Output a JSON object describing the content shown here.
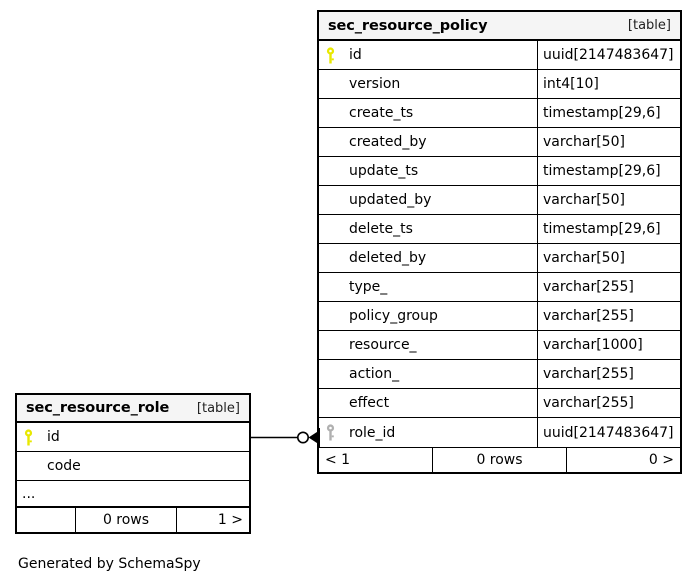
{
  "diagram": {
    "generator_note": "Generated by SchemaSpy",
    "entity_type_label": "[table]"
  },
  "tables": [
    {
      "id": "sec_resource_policy",
      "name": "sec_resource_policy",
      "type_label": "[table]",
      "columns": [
        {
          "name": "id",
          "type": "uuid[2147483647]",
          "key": "primary"
        },
        {
          "name": "version",
          "type": "int4[10]",
          "key": "none"
        },
        {
          "name": "create_ts",
          "type": "timestamp[29,6]",
          "key": "none"
        },
        {
          "name": "created_by",
          "type": "varchar[50]",
          "key": "none"
        },
        {
          "name": "update_ts",
          "type": "timestamp[29,6]",
          "key": "none"
        },
        {
          "name": "updated_by",
          "type": "varchar[50]",
          "key": "none"
        },
        {
          "name": "delete_ts",
          "type": "timestamp[29,6]",
          "key": "none"
        },
        {
          "name": "deleted_by",
          "type": "varchar[50]",
          "key": "none"
        },
        {
          "name": "type_",
          "type": "varchar[255]",
          "key": "none"
        },
        {
          "name": "policy_group",
          "type": "varchar[255]",
          "key": "none"
        },
        {
          "name": "resource_",
          "type": "varchar[1000]",
          "key": "none"
        },
        {
          "name": "action_",
          "type": "varchar[255]",
          "key": "none"
        },
        {
          "name": "effect",
          "type": "varchar[255]",
          "key": "none"
        },
        {
          "name": "role_id",
          "type": "uuid[2147483647]",
          "key": "foreign"
        }
      ],
      "has_ellipsis_row": false,
      "footer": {
        "left": "< 1",
        "center": "0 rows",
        "right": "0 >"
      }
    },
    {
      "id": "sec_resource_role",
      "name": "sec_resource_role",
      "type_label": "[table]",
      "columns": [
        {
          "name": "id",
          "type": "",
          "key": "primary"
        },
        {
          "name": "code",
          "type": "",
          "key": "none"
        }
      ],
      "has_ellipsis_row": true,
      "ellipsis_text": "...",
      "footer": {
        "left": "",
        "center": "0 rows",
        "right": "1 >"
      }
    }
  ],
  "relationship": {
    "from_table": "sec_resource_role",
    "from_column": "id",
    "to_table": "sec_resource_policy",
    "to_column": "role_id",
    "source_cardinality": "zero-or-one",
    "target_cardinality": "many"
  },
  "colors": {
    "primary_key": "#e8e800",
    "foreign_key": "#b0b0b0",
    "border": "#000000",
    "header_background": "#f5f5f5",
    "page_background": "#ffffff",
    "text": "#000000"
  }
}
